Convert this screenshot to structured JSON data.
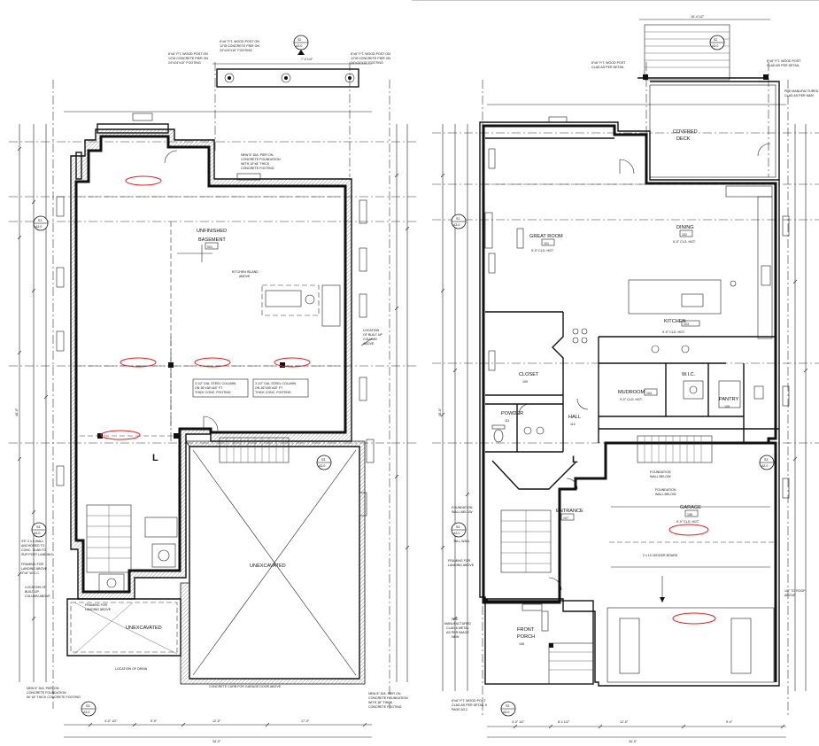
{
  "left_plan": {
    "rooms": {
      "basement": [
        "UNFINISHED",
        "BASEMENT"
      ],
      "unexcavated_front": "UNEXCAVATED",
      "unexcavated_garage": "UNEXCAVATED"
    },
    "notes": {
      "post_left": [
        "6\"x6\" P.T. WOOD POST ON",
        "12\"Ø CONCRETE PIER ON",
        "24\"x24\"x10\" FOOTING"
      ],
      "post_right": [
        "6\"x6\" P.T. WOOD POST ON",
        "12\"Ø CONCRETE PIER ON",
        "24\"x24\"x10\" FOOTING"
      ],
      "pier_note": [
        "NEW 8\" DIA. PIER ON",
        "CONCRETE FOUNDATION",
        "WITH 10\"x8\" THICK",
        "CONCRETE FOOTING"
      ],
      "island": [
        "KITCHEN ISLAND",
        "ABOVE"
      ],
      "column_left": [
        "3 1/2\" DIA. STEEL COLUMN",
        "ON 36\"x36\"x18\" FT",
        "THICK CONC. FOOTING"
      ],
      "column_right": [
        "3 1/2\" DIA. STEEL COLUMN",
        "ON 36\"x36\"x18\" FT",
        "THICK CONC. FOOTING"
      ],
      "location": [
        "LOCATION",
        "OF BUILT UP",
        "COLUMN",
        "ABOVE"
      ],
      "wall_note": [
        "3'5\" 2 x 6 WALL",
        "ANCHORED TO",
        "CONC. SLAB TO",
        "SUP PORT LANDING",
        "FRAMING FOR",
        "LANDING ABOVE",
        "3\"x6\" W.O.C."
      ],
      "builtup": [
        "LOCATION OF",
        "BUILT UP",
        "COLUMN ABOVE"
      ],
      "bottom_left": [
        "NEW 8\" DIA. PIER ON",
        "CONCRETE FOUNDATION",
        "W/ 18\" THICK CONCRETE FOOTING"
      ],
      "bottom_right": [
        "NEW 8\" DIA. PIER ON",
        "CONCRETE FOUNDATION",
        "WITH 18\" THICK",
        "CONCRETE FOOTING"
      ],
      "garage_door": "CONCRETE CURB FOR GARAGE DOOR ABOVE",
      "drain": "LOCATION OF DRAIN",
      "landing": [
        "FRAMING FOR",
        "LANDING ABOVE"
      ]
    },
    "tags": {
      "basement": "001",
      "sec_top": "S2",
      "sec_top_sub": "A3.0",
      "sec_left": "S1",
      "sec_left_sub": "A3.0",
      "sec_mid": "S4",
      "sec_mid_sub": "A3.0",
      "sec_right": "S3",
      "sec_right_sub": "A3.0",
      "sec_bottom": "S3",
      "sec_bottom_sub": "A3.0"
    },
    "dims": {
      "bottom_total": "34'-0\"",
      "bottom_a": "4'-0\" 1/2\"",
      "bottom_b": "5'-9\"",
      "bottom_c": "12'-0\"",
      "bottom_d": "17'-0\"",
      "left_total": "48'-0\"",
      "top": "7'-0 1/4\""
    }
  },
  "right_plan": {
    "rooms": {
      "great_room": "GREAT ROOM",
      "dining": "DINING",
      "kitchen": "KITCHEN",
      "covered_deck": [
        "COVERED",
        "DECK"
      ],
      "mudroom": "MUDROOM",
      "pantry": "PANTRY",
      "garage": "GARAGE",
      "entrance": "ENTRANCE",
      "front_porch": [
        "FRONT",
        "PORCH"
      ],
      "closet": "CLOSET",
      "hall": "HALL",
      "powder": "POWDER",
      "wic": "W.I.C."
    },
    "tags": {
      "great_room": "101",
      "dining": "102",
      "kitchen": "103",
      "mudroom": "104",
      "pantry": "105",
      "garage": "106",
      "entrance": "107",
      "porch": "108",
      "closet": "109",
      "hall": "110",
      "powder": "111",
      "sec_top": "S2",
      "sec_top_sub": "A3.0",
      "sec_left": "S1",
      "sec_left_sub": "A3.0",
      "sec_mid": "S4",
      "sec_mid_sub": "A3.0",
      "sec_right": "S3",
      "sec_right_sub": "A3.0",
      "sec_bottom": "S3",
      "sec_bottom_sub": "A3.0"
    },
    "notes": {
      "ceiling": "9'-0\" CLG. HGT.",
      "foundation_wall": [
        "FOUNDATION",
        "WALL BELOW"
      ],
      "foundation_wall_left": [
        "FOUNDATION",
        "WALL BELOW"
      ],
      "tall_wall": "TALL WALL",
      "framing": [
        "FRAMING FOR",
        "LANDING ABOVE"
      ],
      "pre_manuf": [
        "PRE",
        "MANUFACTURED",
        "CLAD & METAL",
        "AS PER IMAGE",
        "NEW"
      ],
      "ledger": "2 x 10 LEDGER BOARD",
      "wood_post": [
        "6\"x6\" P.T. WOOD POST",
        "CLAD AS PER DETAIL 9",
        "PAGE A3.2"
      ],
      "wood_post_tr": [
        "6\"x6\" P.T. WOOD POST",
        "CLAD AS PER DETAIL"
      ],
      "bottom_note": [
        "6\"x6\" P.T. WOOD POST",
        "CLAD AS PER DETAIL 9",
        "PAGE A3.2"
      ],
      "right_note": [
        "1/2\" TO ROOF",
        "ABOVE"
      ],
      "tr_note": [
        "PRE MANUFACTURED",
        "CLAD AS PER MAN"
      ]
    },
    "dims": {
      "bottom_total": "34'-0\"",
      "bottom_a": "4'-0\" 1/2\"",
      "bottom_b": "8'-1 1/2\"",
      "bottom_c": "12'-0\"",
      "bottom_d": "9'-0\"",
      "top": "16'-4 1/2\"",
      "left_total": "48'-0\""
    }
  }
}
